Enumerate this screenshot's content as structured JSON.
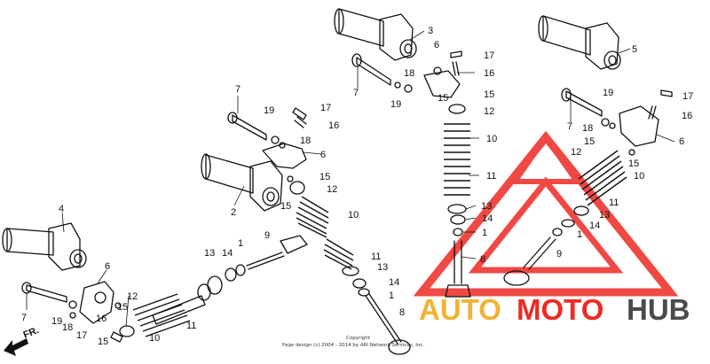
{
  "labels": [
    "1",
    "2",
    "3",
    "4",
    "5",
    "6",
    "7",
    "8",
    "9",
    "10",
    "11",
    "12",
    "13",
    "14",
    "15",
    "16",
    "17",
    "18",
    "19"
  ],
  "direction": {
    "text": "FR.",
    "icon": "front-arrow-icon"
  },
  "copyright": {
    "line1": "Copyright",
    "line2": "Page design (c) 2004 - 2014 by ARI Network Services, Inc."
  },
  "watermark": {
    "part1": "AUTO",
    "part2": "MOTO",
    "part3": "HUB",
    "colors": {
      "auto": "#f2b233",
      "moto": "#ee2a24",
      "hub": "#4a4a4a",
      "triangle": "#ee2a24"
    }
  }
}
